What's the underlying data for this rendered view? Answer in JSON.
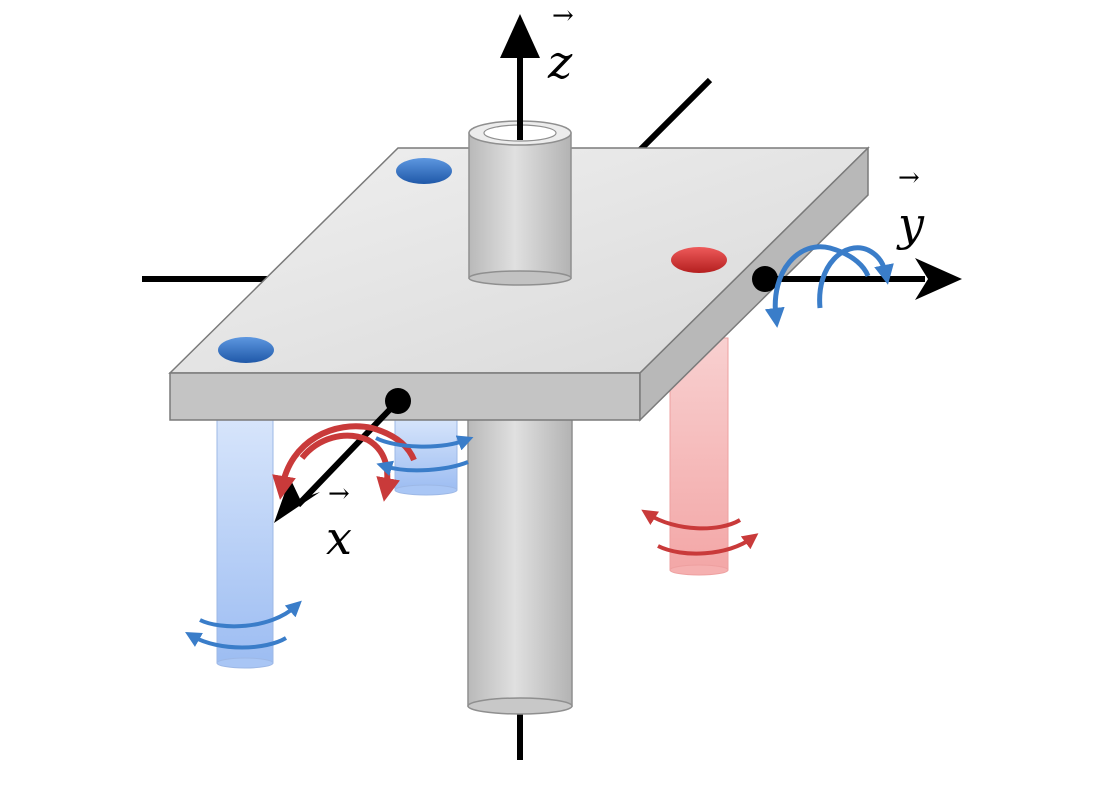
{
  "axes": {
    "z": {
      "label": "z",
      "vector_arrow": "→"
    },
    "y": {
      "label": "y",
      "vector_arrow": "→"
    },
    "x": {
      "label": "x",
      "vector_arrow": "→"
    }
  },
  "colors": {
    "axis": "#000000",
    "plate_top": "#e6e6e6",
    "plate_side": "#c2c2c2",
    "gray_post": "#cfcfcf",
    "blue_post": "#a9c6f5",
    "red_post": "#f5b0b0",
    "blue_marker": "#2f6fc4",
    "red_marker": "#d43131",
    "blue_rotation_arrow": "#3a7dc9",
    "red_rotation_arrow": "#c93a3a"
  },
  "icons": {
    "rotation_about_x": "curved-rotation-arrow-icon",
    "rotation_about_y": "curved-rotation-arrow-icon",
    "post_spin": "spin-arrow-icon"
  }
}
